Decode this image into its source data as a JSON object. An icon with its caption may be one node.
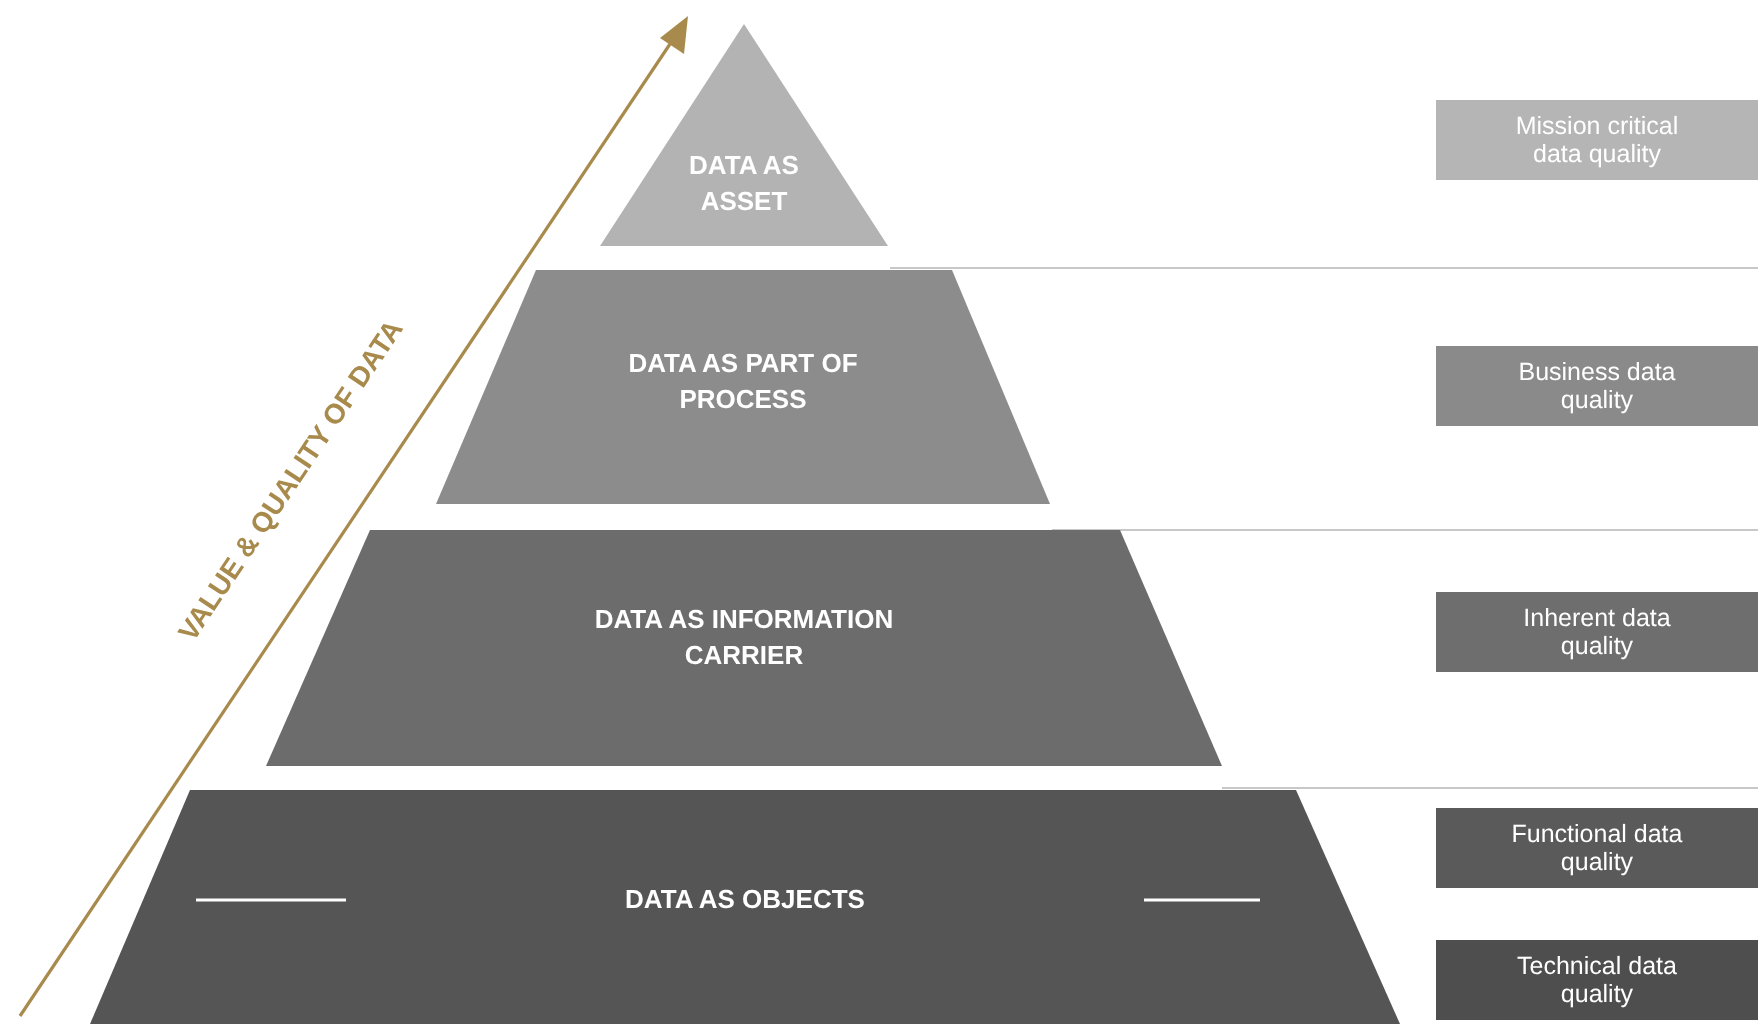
{
  "diagram": {
    "nodes": [
      {
        "text": [
          "DATA AS ASSET"
        ]
      },
      {
        "text": [
          "DATA AS PART OF PROCESS"
        ]
      },
      {
        "text": [
          "DATA AS INFORMATION CARRIER"
        ]
      },
      {
        "text": [
          "DATA AS OBJECTS"
        ]
      },
      {
        "text": [
          "Mission critical data quality"
        ]
      },
      {
        "text": [
          "Business data quality"
        ]
      },
      {
        "text": [
          "Inherent data quality"
        ]
      },
      {
        "text": [
          "Functional data quality"
        ]
      },
      {
        "text": [
          "Technical data quality"
        ]
      }
    ],
    "edges": [],
    "labels": [
      "VALUE & QUALITY OF DATA"
    ]
  }
}
